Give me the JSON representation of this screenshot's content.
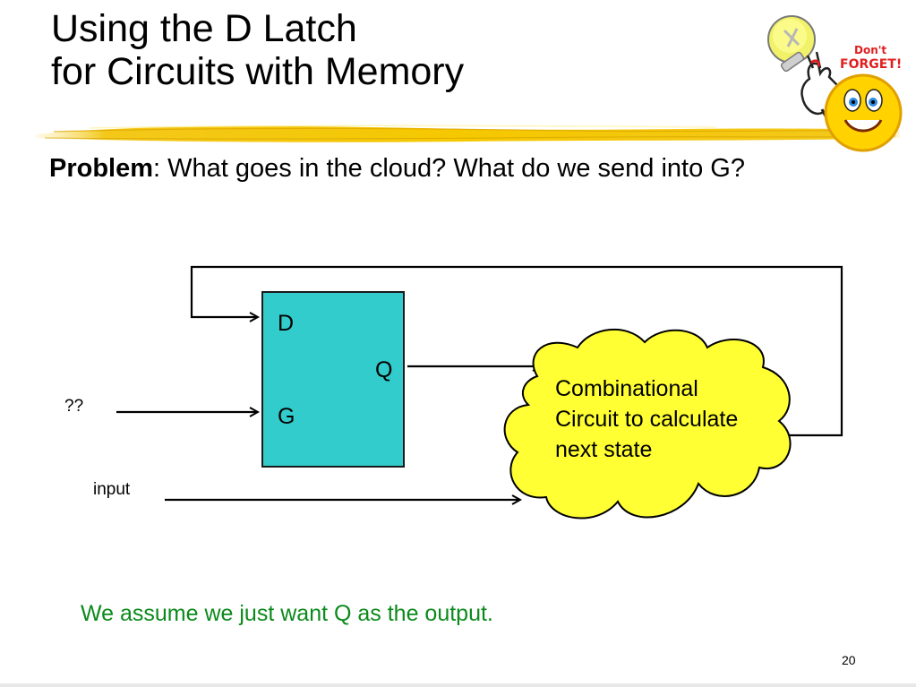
{
  "slide": {
    "title_line1": "Using the D Latch",
    "title_line2": "for Circuits with Memory",
    "problem_label": "Problem",
    "problem_text": ": What goes in the cloud?  What do we send into G?",
    "note": "We assume we just want Q as the output.",
    "page_number": "20"
  },
  "diagram": {
    "latch": {
      "pin_d": "D",
      "pin_q": "Q",
      "pin_g": "G"
    },
    "cloud": {
      "line1": "Combinational",
      "line2": "Circuit to calculate",
      "line3": "next state"
    },
    "g_input_label": "??",
    "input_label": "input"
  },
  "clipart": {
    "icon": "dont-forget-smiley",
    "text_line1": "Don't",
    "text_line2": "FORGET!"
  },
  "colors": {
    "latch_fill": "#33cccc",
    "cloud_fill": "#ffff33",
    "note_text": "#0b8a1b",
    "underline": "#f2c200"
  }
}
